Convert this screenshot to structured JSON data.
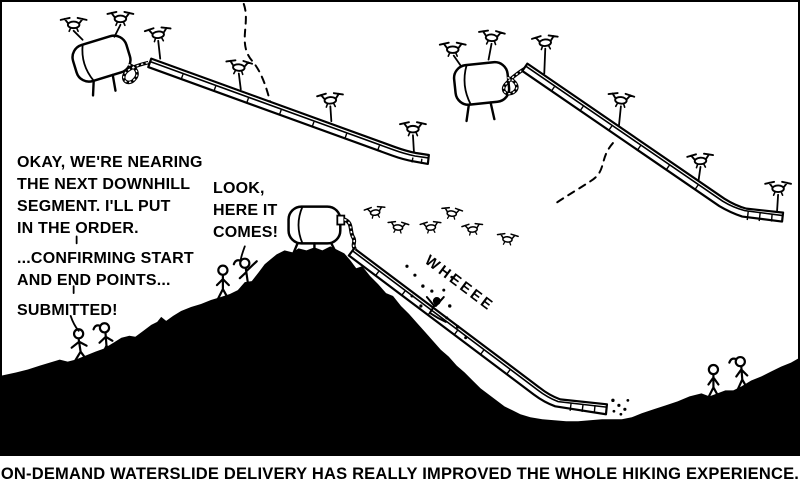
{
  "comic": {
    "caption": "ON-DEMAND WATERSLIDE DELIVERY HAS REALLY IMPROVED THE WHOLE HIKING EXPERIENCE.",
    "speech_order": {
      "lines": [
        "OKAY, WE'RE NEARING",
        "THE NEXT DOWNHILL",
        "SEGMENT. I'LL PUT",
        "IN THE ORDER.",
        "...CONFIRMING START",
        "AND END POINTS...",
        "SUBMITTED!"
      ]
    },
    "speech_look": {
      "lines": [
        "LOOK,",
        "HERE IT",
        "COMES!"
      ]
    },
    "slide_exclamation": "WHEEEE",
    "colors": {
      "ink": "#000000",
      "background": "#ffffff"
    }
  }
}
